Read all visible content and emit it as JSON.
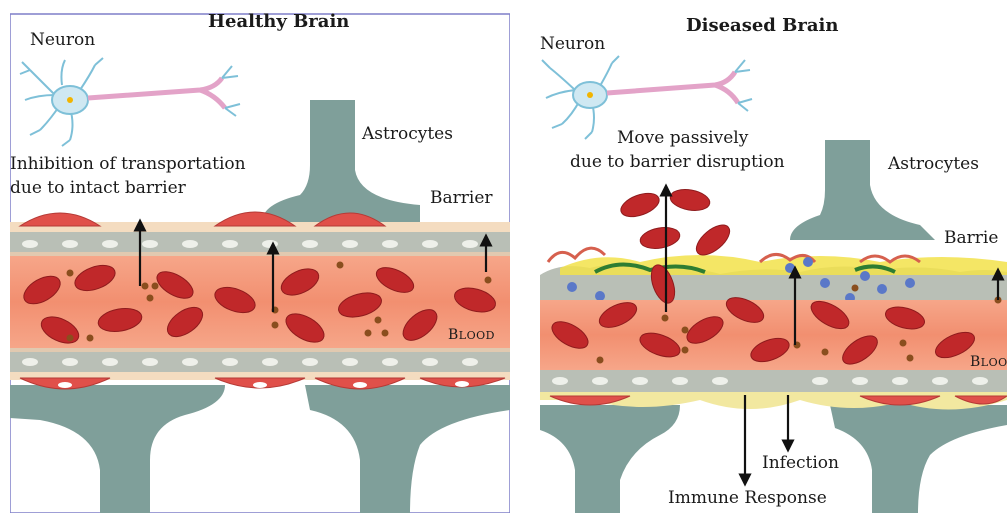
{
  "diagram": {
    "left_panel": {
      "title": "Healthy Brain",
      "neuron_label": "Neuron",
      "astrocytes_label": "Astrocytes",
      "barrier_label": "Barrier",
      "transport_note_line1": "Inhibition of transportation",
      "transport_note_line2": "due to intact barrier",
      "blood_label_initial": "B",
      "blood_label_rest": "LOOD"
    },
    "right_panel": {
      "title": "Diseased Brain",
      "neuron_label": "Neuron",
      "astrocytes_label": "Astrocytes",
      "barrier_label": "Barrie",
      "transport_note_line1": "Move passively",
      "transport_note_line2": "due to barrier disruption",
      "infection_label": "Infection",
      "immune_label": "Immune Response",
      "blood_label_initial": "B",
      "blood_label_rest": "LOO"
    },
    "colors": {
      "panel_border": "#7f7fc8",
      "astrocyte": "#7f9f9a",
      "barrier_gray": "#b9bfb6",
      "blood": "#f39c7f",
      "red_cell": "#c0282a",
      "membrane_cream": "#f4dcc0",
      "particle": "#8a4e1e",
      "immune_dot": "#5a78c8",
      "debris_green": "#2e7d32",
      "debris_yellow": "#f2e24a"
    }
  }
}
